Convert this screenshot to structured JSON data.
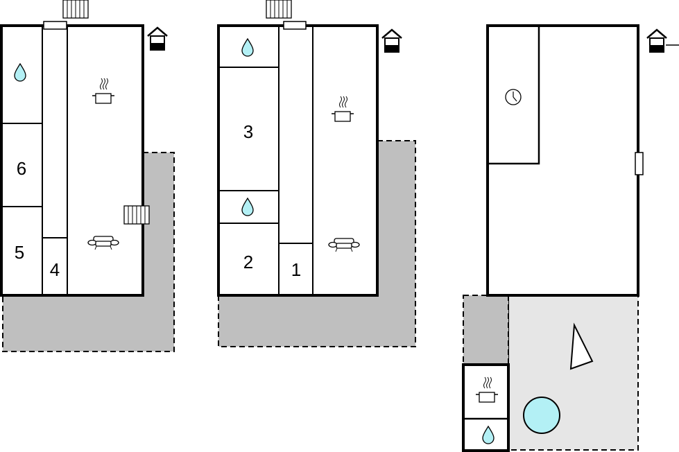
{
  "floorplan": {
    "rooms": {
      "room_1": "1",
      "room_2": "2",
      "room_3": "3",
      "room_4": "4",
      "room_5": "5",
      "room_6": "6"
    },
    "colors": {
      "terrace": "#bfbfbf",
      "terrace_light": "#e6e6e6",
      "water": "#b3f0f5",
      "wall": "#000000"
    },
    "icons": [
      "bathroom-icon",
      "kitchen-icon",
      "sofa-icon",
      "radiator-icon",
      "entrance-icon",
      "clock-icon",
      "sun-lounger-icon",
      "pool-icon"
    ]
  }
}
